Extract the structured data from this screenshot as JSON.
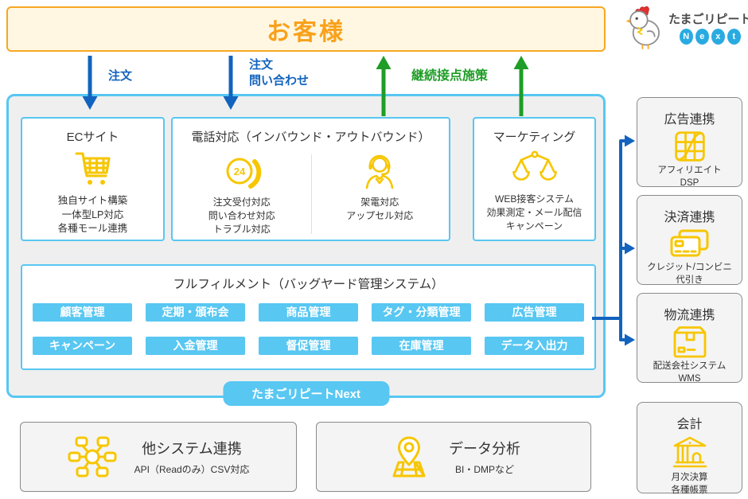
{
  "brand": {
    "logo_text": "たまごリピート",
    "logo_badge_letters": [
      "N",
      "e",
      "x",
      "t"
    ],
    "logo_icon": "chicken-icon"
  },
  "customer_banner": {
    "label": "お客様"
  },
  "flows": {
    "order_label": "注文",
    "order_inquiry_label": "注文\n問い合わせ",
    "retention_label": "継続接点施策"
  },
  "platform": {
    "badge": "たまごリピートNext",
    "ec": {
      "title": "ECサイト",
      "icon": "cart-icon",
      "desc": "独自サイト構築\n一体型LP対応\n各種モール連携"
    },
    "phone": {
      "title": "電話対応（インバウンド・アウトバウンド）",
      "inbound": {
        "icon": "phone-24-icon",
        "desc": "注文受付対応\n問い合わせ対応\nトラブル対応"
      },
      "outbound": {
        "icon": "headset-agent-icon",
        "desc": "架電対応\nアップセル対応"
      }
    },
    "marketing": {
      "title": "マーケティング",
      "icon": "scales-icon",
      "desc": "WEB接客システム\n効果測定・メール配信\nキャンペーン"
    },
    "fulfillment": {
      "title": "フルフィルメント（バッグヤード管理システム）",
      "modules_row1": [
        "顧客管理",
        "定期・頒布会",
        "商品管理",
        "タグ・分類管理",
        "広告管理"
      ],
      "modules_row2": [
        "キャンペーン",
        "入金管理",
        "督促管理",
        "在庫管理",
        "データ入出力"
      ]
    }
  },
  "integrations": [
    {
      "title": "広告連携",
      "icon": "ad-grid-icon",
      "desc": "アフィリエイト\nDSP"
    },
    {
      "title": "決済連携",
      "icon": "credit-cards-icon",
      "desc": "クレジット/コンビニ\n代引き"
    },
    {
      "title": "物流連携",
      "icon": "package-icon",
      "desc": "配送会社システム\nWMS"
    },
    {
      "title": "会計",
      "icon": "bank-icon",
      "desc": "月次決算\n各種帳票"
    }
  ],
  "bottom_boxes": [
    {
      "title": "他システム連携",
      "icon": "network-hub-icon",
      "desc": "API（Readのみ）CSV対応"
    },
    {
      "title": "データ分析",
      "icon": "map-pin-icon",
      "desc": "BI・DMPなど"
    }
  ],
  "colors": {
    "accent_blue_light": "#58C7F2",
    "accent_blue_dark": "#1263BE",
    "accent_green": "#1F9D27",
    "accent_orange": "#F7A823",
    "banner_text": "#F9A11B",
    "banner_bg": "#FFF7E1",
    "icon_yellow": "#F7C600",
    "gray_box_bg": "#F4F4F4",
    "gray_border": "#8A8A8A",
    "logo_blue": "#29ABE2"
  }
}
